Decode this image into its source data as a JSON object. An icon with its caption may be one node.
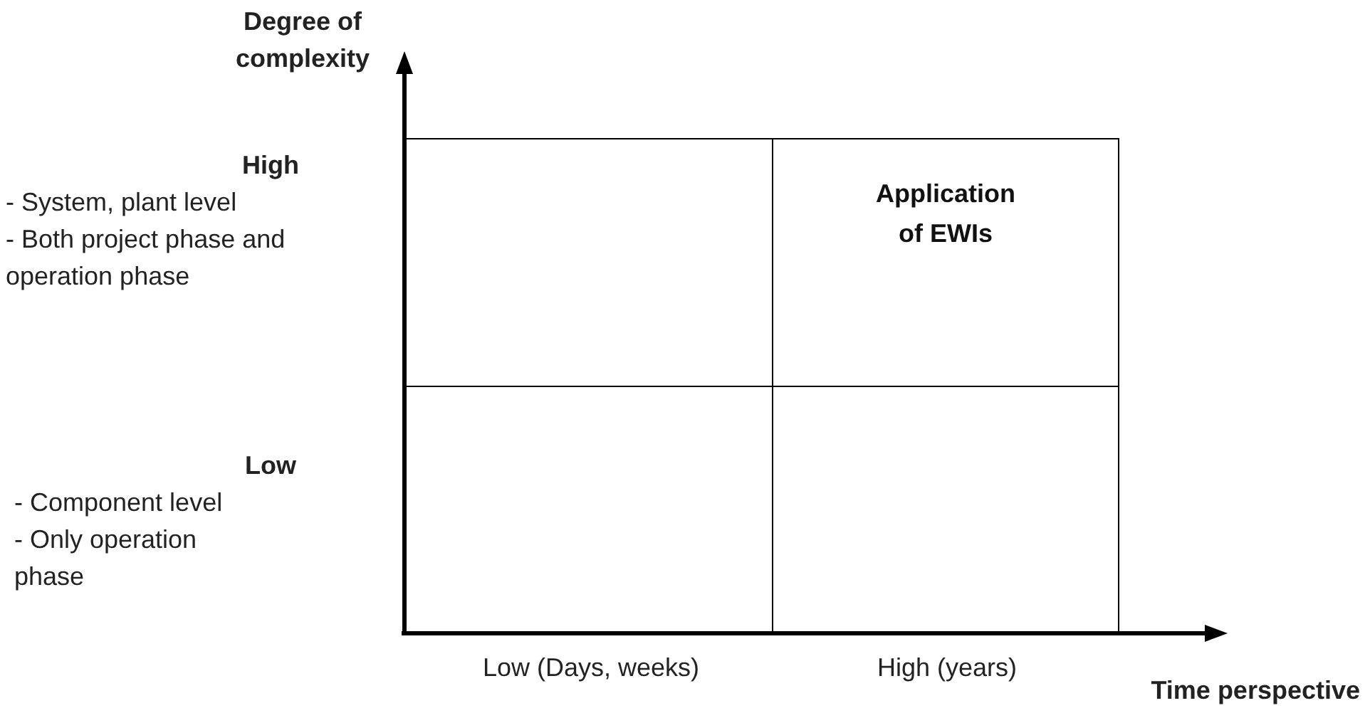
{
  "diagram": {
    "nodes": [
      {
        "text": [],
        "shape": "box"
      },
      {
        "text": [
          "Application of EWIs"
        ]
      },
      {
        "text": [],
        "shape": "box"
      },
      {
        "text": [],
        "shape": "box"
      }
    ],
    "labels": [
      "Degree of complexity",
      "High",
      "- System, plant level",
      "- Both project phase and operation phase",
      "Low",
      "- Component level",
      "- Only operation phase",
      "Low (Days, weeks)",
      "High (years)",
      "Time perspective"
    ]
  }
}
